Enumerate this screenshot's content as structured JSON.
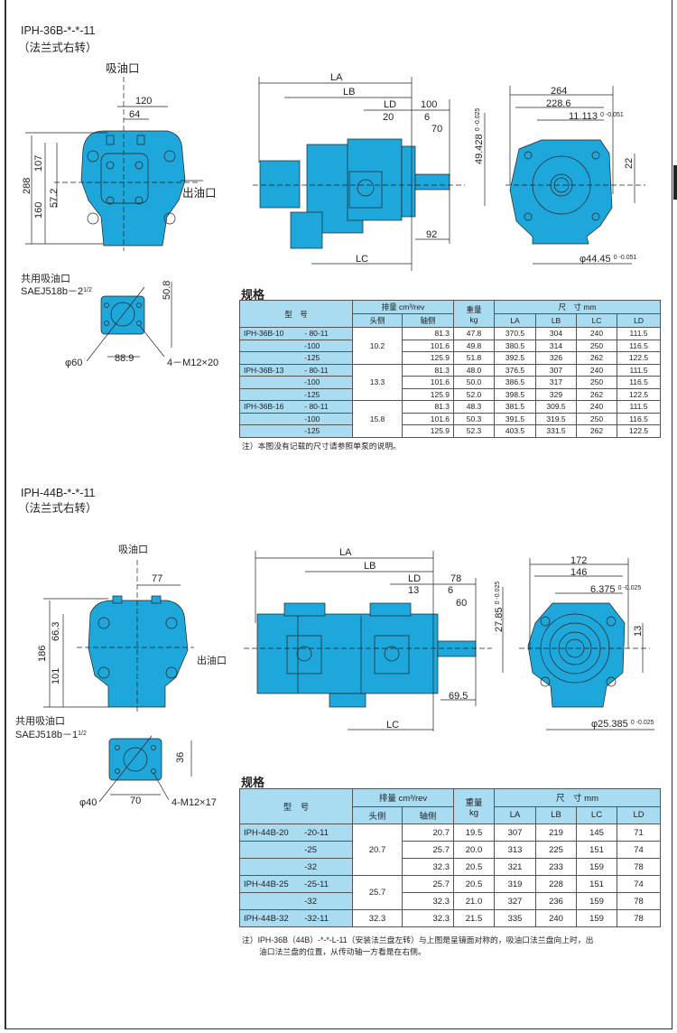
{
  "colors": {
    "pump": "#1ea7da",
    "header": "#a9dcf1"
  },
  "section1": {
    "title": "IPH-36B-*-*-11",
    "subtitle": "（法兰式右转）",
    "front": {
      "suction": "吸油口",
      "outlet": "出油口",
      "dims": [
        "120",
        "64",
        "107",
        "288",
        "160",
        "57.2"
      ]
    },
    "flange": {
      "label1": "共用吸油口",
      "label2": "SAEJ518b－2",
      "frac": "1/2",
      "dims": [
        "50.8",
        "φ60",
        "88.9",
        "4－M12×20"
      ]
    },
    "side": {
      "dims": {
        "LA": "LA",
        "LB": "LB",
        "LD": "LD",
        "d100": "100",
        "d20": "20",
        "d6": "6",
        "d70": "70",
        "d49": "49.428",
        "tol49": "0 -0.025",
        "d92": "92",
        "LC": "LC"
      }
    },
    "end": {
      "dims": {
        "d264": "264",
        "d228": "228.6",
        "d11": "11.113",
        "tol11": "0 -0.051",
        "d22": "22",
        "d44": "φ44.45",
        "tol44": "0 -0.051"
      }
    },
    "spec_title": "规格",
    "table": {
      "headers": {
        "model": "型　号",
        "disp": "排量 cm³/rev",
        "head": "头侧",
        "shaft": "轴侧",
        "weight": "重量",
        "kg": "kg",
        "size": "尺　寸 mm",
        "LA": "LA",
        "LB": "LB",
        "LC": "LC",
        "LD": "LD"
      },
      "groups": [
        {
          "head": "10.2",
          "rows": [
            [
              "IPH-36B-10",
              "- 80-11",
              "81.3",
              "47.8",
              "370.5",
              "304",
              "240",
              "111.5"
            ],
            [
              "",
              "-100",
              "101.6",
              "49.8",
              "380.5",
              "314",
              "250",
              "116.5"
            ],
            [
              "",
              "-125",
              "125.9",
              "51.8",
              "392.5",
              "326",
              "262",
              "122.5"
            ]
          ]
        },
        {
          "head": "13.3",
          "rows": [
            [
              "IPH-36B-13",
              "- 80-11",
              "81.3",
              "48.0",
              "376.5",
              "307",
              "240",
              "111.5"
            ],
            [
              "",
              "-100",
              "101.6",
              "50.0",
              "386.5",
              "317",
              "250",
              "116.5"
            ],
            [
              "",
              "-125",
              "125.9",
              "52.0",
              "398.5",
              "329",
              "262",
              "122.5"
            ]
          ]
        },
        {
          "head": "15.8",
          "rows": [
            [
              "IPH-36B-16",
              "- 80-11",
              "81.3",
              "48.3",
              "381.5",
              "309.5",
              "240",
              "111.5"
            ],
            [
              "",
              "-100",
              "101.6",
              "50.3",
              "391.5",
              "319.5",
              "250",
              "116.5"
            ],
            [
              "",
              "-125",
              "125.9",
              "52.3",
              "403.5",
              "331.5",
              "262",
              "122.5"
            ]
          ]
        }
      ]
    },
    "note": "注）本图没有记载的尺寸请参照单泵的说明。"
  },
  "section2": {
    "title": "IPH-44B-*-*-11",
    "subtitle": "（法兰式右转）",
    "front": {
      "suction": "吸油口",
      "outlet": "出油口",
      "dims": [
        "77",
        "66.3",
        "186",
        "101"
      ]
    },
    "flange": {
      "label1": "共用吸油口",
      "label2": "SAEJ518b－1",
      "frac": "1/2",
      "dims": [
        "36",
        "φ40",
        "70",
        "4-M12×17"
      ]
    },
    "side": {
      "dims": {
        "LA": "LA",
        "LB": "LB",
        "LD": "LD",
        "d78": "78",
        "d13": "13",
        "d6": "6",
        "d60": "60",
        "d27": "27.85",
        "tol27": "0 -0.025",
        "d69": "69.5",
        "LC": "LC"
      }
    },
    "end": {
      "dims": {
        "d172": "172",
        "d146": "146",
        "d6": "6.375",
        "tol6": "0 -0.025",
        "d13": "13",
        "d25": "φ25.385",
        "tol25": "0 -0.025"
      }
    },
    "spec_title": "规格",
    "table": {
      "headers": {
        "model": "型　号",
        "disp": "排量 cm³/rev",
        "head": "头侧",
        "shaft": "轴侧",
        "weight": "重量",
        "kg": "kg",
        "size": "尺　寸 mm",
        "LA": "LA",
        "LB": "LB",
        "LC": "LC",
        "LD": "LD"
      },
      "groups": [
        {
          "head": "20.7",
          "rows": [
            [
              "IPH-44B-20",
              "-20-11",
              "20.7",
              "19.5",
              "307",
              "219",
              "145",
              "71"
            ],
            [
              "",
              "-25",
              "25.7",
              "20.0",
              "313",
              "225",
              "151",
              "74"
            ],
            [
              "",
              "-32",
              "32.3",
              "20.5",
              "321",
              "233",
              "159",
              "78"
            ]
          ]
        },
        {
          "head": "25.7",
          "rows": [
            [
              "IPH-44B-25",
              "-25-11",
              "25.7",
              "20.5",
              "319",
              "228",
              "151",
              "74"
            ],
            [
              "",
              "-32",
              "32.3",
              "21.0",
              "327",
              "236",
              "159",
              "78"
            ]
          ]
        },
        {
          "head": "32.3",
          "rows": [
            [
              "IPH-44B-32",
              "-32-11",
              "32.3",
              "21.5",
              "335",
              "240",
              "159",
              "78"
            ]
          ]
        }
      ]
    },
    "note1": "注）IPH-36B（44B）-*-*-L-11（安装法兰盘左转）与上图是呈镜面对称的，吸油口法兰盘向上时，出",
    "note2": "油口法兰盘的位置，从传动轴一方看是在右侧。"
  }
}
